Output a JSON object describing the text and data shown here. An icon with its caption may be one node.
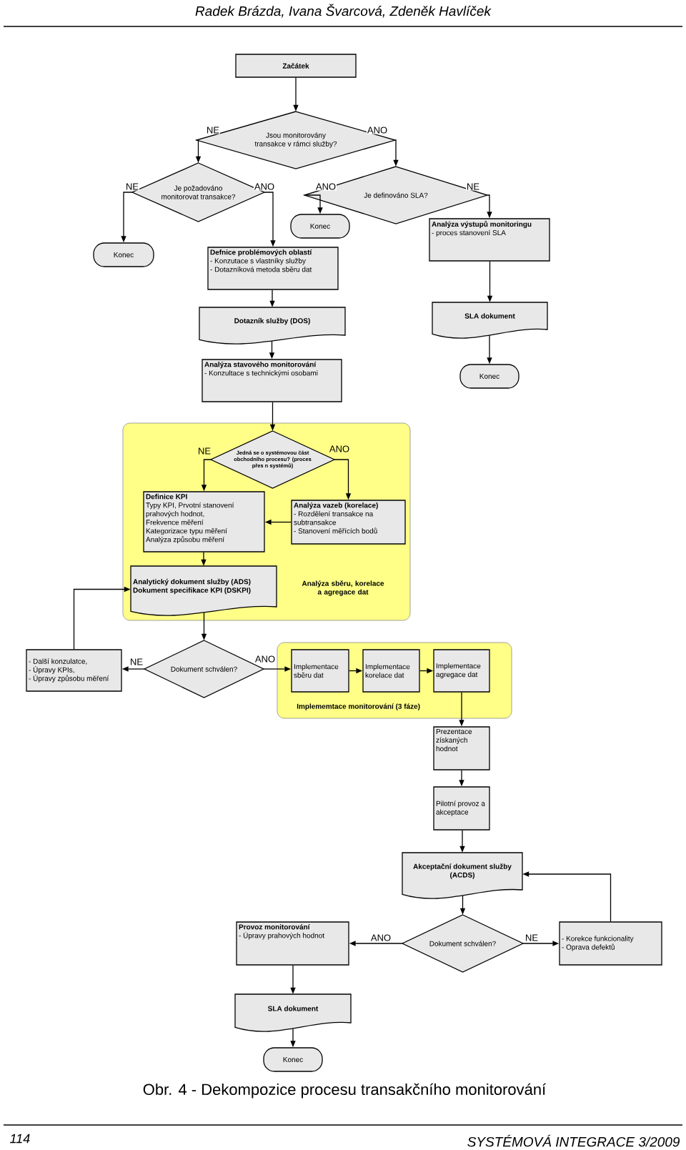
{
  "diagram": {
    "caption": "Obr. 4 - Dekompozice procesu transakčního monitorování",
    "nodes": [
      {
        "text": [
          "Začátek"
        ]
      },
      {
        "text": [
          "Jsou monitorovány transakce v rámci služby?"
        ]
      },
      {
        "text": [
          "Je požadováno monitorovat transakce?"
        ]
      },
      {
        "text": [
          "Je definováno SLA?"
        ]
      },
      {
        "text": [
          "Konec"
        ]
      },
      {
        "text": [
          "Defnice problémových oblastí",
          "- Konzutace s vlastníky služby",
          "- Dotazníková metoda sběru dat"
        ]
      },
      {
        "text": [
          "Konec"
        ]
      },
      {
        "text": [
          "Analýza výstupů monitoringu",
          "- proces stanovení SLA"
        ]
      },
      {
        "text": [
          "Dotazník služby (DOS)"
        ]
      },
      {
        "text": [
          "SLA dokument"
        ]
      },
      {
        "text": [
          "Analýza stavového monitorování",
          "- Konzultace s technickými osobami"
        ]
      },
      {
        "text": [
          "Konec"
        ]
      },
      {
        "text": [
          "Analýza sběru, korelace a agregace dat"
        ]
      },
      {
        "text": [
          "Jedná se o systémovou část obchodního procesu? (proces přes n systémů)"
        ],
        "in": 12
      },
      {
        "text": [
          "Definice KPI",
          "Typy KPI, Prvotní stanovení prahových hodnot,",
          "Frekvence měření",
          "Kategorizace typu měření",
          "Analýza způsobu měření"
        ],
        "in": 12
      },
      {
        "text": [
          "Analýza vazeb (korelace)",
          "- Rozdělení transakce na subtransakce",
          "- Stanovení měřících bodů"
        ],
        "in": 12
      },
      {
        "text": [
          "Analytický dokument služby (ADS)",
          "Dokument specifikace KPI (DSKPI)"
        ],
        "in": 12
      },
      {
        "text": [
          "- Další konzulatce,",
          "- Úpravy KPIs,",
          "- Úpravy způsobu měření"
        ]
      },
      {
        "text": [
          "Dokument schválen?"
        ]
      },
      {
        "text": [
          "Implememtace monitorování (3 fáze)"
        ]
      },
      {
        "text": [
          "Implementace sběru dat"
        ],
        "in": 19
      },
      {
        "text": [
          "Implementace korelace dat"
        ],
        "in": 19
      },
      {
        "text": [
          "Implementace agregace dat"
        ],
        "in": 19
      },
      {
        "text": [
          "Prezentace získaných hodnot"
        ]
      },
      {
        "text": [
          "Pilotní provoz a akceptace"
        ]
      },
      {
        "text": [
          "Akceptační dokument služby (ACDS)"
        ]
      },
      {
        "text": [
          "Dokument schválen?"
        ]
      },
      {
        "text": [
          "Provoz monitorování",
          "- Úpravy prahových hodnot"
        ]
      },
      {
        "text": [
          "- Korekce funkcionality",
          "- Oprava defektů"
        ]
      },
      {
        "text": [
          "SLA dokument"
        ]
      },
      {
        "text": [
          "Konec"
        ]
      }
    ],
    "edges": [
      {
        "from": 0,
        "to": 1,
        "arrow": "to"
      },
      {
        "from": 1,
        "to": 2,
        "arrow": "to",
        "label": "NE"
      },
      {
        "from": 1,
        "to": 3,
        "arrow": "to",
        "label": "ANO"
      },
      {
        "from": 2,
        "to": 4,
        "arrow": "to",
        "label": "NE"
      },
      {
        "from": 2,
        "to": 5,
        "arrow": "to",
        "label": "ANO"
      },
      {
        "from": 3,
        "to": 6,
        "arrow": "to",
        "label": "ANO"
      },
      {
        "from": 3,
        "to": 7,
        "arrow": "to",
        "label": "NE"
      },
      {
        "from": 5,
        "to": 8,
        "arrow": "to"
      },
      {
        "from": 7,
        "to": 9,
        "arrow": "to"
      },
      {
        "from": 8,
        "to": 10,
        "arrow": "to"
      },
      {
        "from": 9,
        "to": 11,
        "arrow": "to"
      },
      {
        "from": 10,
        "to": 13,
        "arrow": "to"
      },
      {
        "from": 13,
        "to": 14,
        "arrow": "to",
        "label": "NE"
      },
      {
        "from": 13,
        "to": 15,
        "arrow": "to",
        "label": "ANO"
      },
      {
        "from": 15,
        "to": 14,
        "arrow": "to"
      },
      {
        "from": 14,
        "to": 16,
        "arrow": "to"
      },
      {
        "from": 16,
        "to": 18,
        "arrow": "to"
      },
      {
        "from": 18,
        "to": 17,
        "arrow": "to",
        "label": "NE"
      },
      {
        "from": 17,
        "to": 16,
        "arrow": "to"
      },
      {
        "from": 18,
        "to": 20,
        "arrow": "to",
        "label": "ANO"
      },
      {
        "from": 20,
        "to": 21,
        "arrow": "to"
      },
      {
        "from": 21,
        "to": 22,
        "arrow": "to"
      },
      {
        "from": 22,
        "to": 23,
        "arrow": "to"
      },
      {
        "from": 23,
        "to": 24,
        "arrow": "to"
      },
      {
        "from": 24,
        "to": 25,
        "arrow": "to"
      },
      {
        "from": 25,
        "to": 26,
        "arrow": "to"
      },
      {
        "from": 26,
        "to": 27,
        "arrow": "to",
        "label": "ANO"
      },
      {
        "from": 26,
        "to": 28,
        "arrow": "to",
        "label": "NE"
      },
      {
        "from": 28,
        "to": 25,
        "arrow": "to"
      },
      {
        "from": 27,
        "to": 29,
        "arrow": "to"
      },
      {
        "from": 29,
        "to": 30,
        "arrow": "to"
      }
    ],
    "labels": [
      "Radek Brázda, Ivana Švarcová, Zdeněk Havlíček",
      "114",
      "SYSTÉMOVÁ INTEGRACE 3/2009"
    ]
  }
}
